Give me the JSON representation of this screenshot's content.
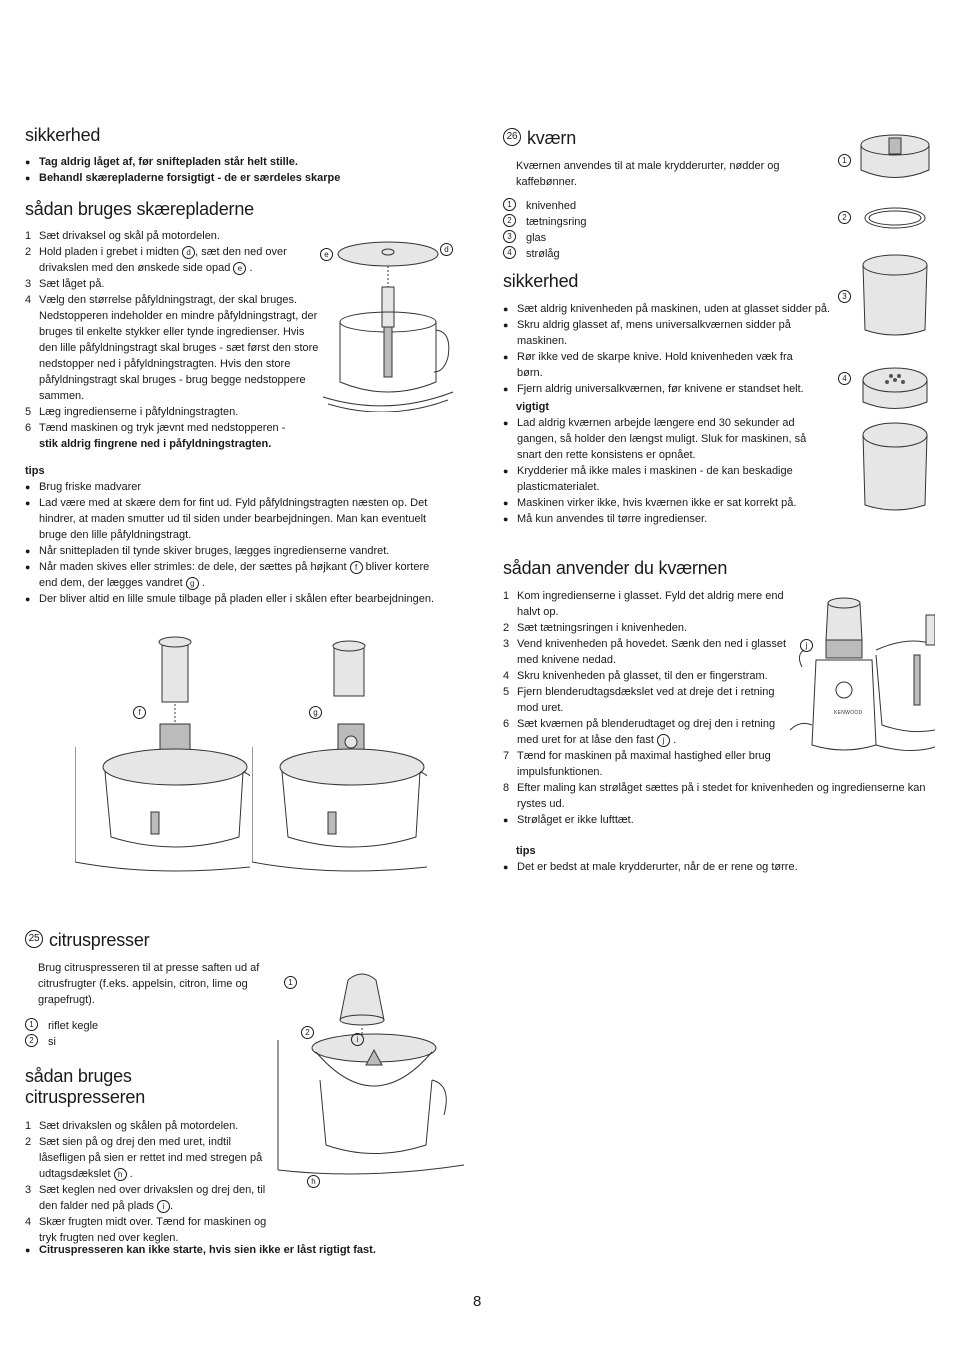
{
  "left": {
    "safety": {
      "heading": "sikkerhed",
      "bullets": [
        "Tag aldrig låget af, før sniftepladen står helt stille.",
        "Behandl skærepladerne forsigtigt - de er særdeles skarpe"
      ]
    },
    "usage": {
      "heading": "sådan bruges skærepladerne",
      "steps": [
        {
          "n": "1",
          "text": "Sæt drivaksel og skål på motordelen."
        },
        {
          "n": "2",
          "text_a": "Hold pladen i grebet i midten",
          "ref_a": "d",
          "text_b": ", sæt den ned over drivakslen med den ønskede side opad",
          "ref_b": "e",
          "text_c": "."
        },
        {
          "n": "3",
          "text": "Sæt låget på."
        },
        {
          "n": "4",
          "text": "Vælg den størrelse påfyldningstragt, der skal bruges. Nedstopperen indeholder en mindre påfyldningstragt, der bruges til enkelte stykker eller tynde ingredienser. Hvis den lille påfyldningstragt skal bruges - sæt først den store nedstopper ned i påfyldningstragten. Hvis den store påfyldningstragt skal bruges - brug begge nedstoppere sammen."
        },
        {
          "n": "5",
          "text": "Læg ingredienserne i påfyldningstragten."
        },
        {
          "n": "6",
          "text": "Tænd maskinen og tryk jævnt med nedstopperen -",
          "bold": "stik aldrig fingrene ned i påfyldningstragten."
        }
      ],
      "fig_labels": {
        "e": "e",
        "d": "d"
      }
    },
    "tips": {
      "heading": "tips",
      "items": [
        {
          "text": "Brug friske madvarer"
        },
        {
          "text": "Lad være med at skære dem for fint ud. Fyld påfyldningstragten næsten op. Det hindrer, at maden smutter ud til siden under bearbejdningen. Man kan eventuelt bruge den lille påfyldningstragt."
        },
        {
          "text": "Når snittepladen til tynde skiver bruges, lægges ingredienserne vandret."
        },
        {
          "text_a": "Når maden skives eller strimles: de dele, der sættes på højkant",
          "ref_a": "f",
          "text_b": "bliver kortere end dem, der lægges vandret",
          "ref_b": "g",
          "text_c": "."
        },
        {
          "text": "Der bliver altid en lille smule tilbage på pladen eller i skålen efter bearbejdningen."
        }
      ],
      "fig_labels": {
        "f": "f",
        "g": "g"
      }
    },
    "citrus": {
      "number": "25",
      "heading": "citruspresser",
      "intro": "Brug citruspresseren til at presse saften ud af citrusfrugter (f.eks. appelsin, citron, lime og grapefrugt).",
      "parts": [
        {
          "num": "1",
          "label": "riflet kegle"
        },
        {
          "num": "2",
          "label": "si"
        }
      ],
      "usage_heading": "sådan bruges citruspresseren",
      "steps": [
        {
          "n": "1",
          "text": "Sæt drivakslen og skålen på motordelen."
        },
        {
          "n": "2",
          "text_a": "Sæt sien på og drej den med uret, indtil låsefligen på sien er rettet ind med stregen på udtagsdækslet",
          "ref_a": "h",
          "text_b": "."
        },
        {
          "n": "3",
          "text_a": "Sæt keglen ned over drivakslen og drej den, til den falder ned på plads",
          "ref_a": "i",
          "text_b": "."
        },
        {
          "n": "4",
          "text": "Skær frugten midt over. Tænd for maskinen og tryk frugten ned over keglen."
        }
      ],
      "warning": "Citruspresseren kan ikke starte, hvis sien ikke er låst rigtigt fast.",
      "fig_labels": {
        "one": "1",
        "two": "2",
        "i": "i",
        "h": "h"
      }
    }
  },
  "right": {
    "grinder": {
      "number": "26",
      "heading": "kværn",
      "intro": "Kværnen anvendes til at male krydderurter, nødder og kaffebønner.",
      "parts": [
        {
          "num": "1",
          "label": "knivenhed"
        },
        {
          "num": "2",
          "label": "tætningsring"
        },
        {
          "num": "3",
          "label": "glas"
        },
        {
          "num": "4",
          "label": "strølåg"
        }
      ],
      "fig_labels": [
        "1",
        "2",
        "3",
        "4"
      ]
    },
    "safety": {
      "heading": "sikkerhed",
      "bullets": [
        "Sæt aldrig knivenheden på maskinen, uden at glasset sidder på.",
        "Skru aldrig glasset af, mens universalkværnen sidder på maskinen.",
        "Rør ikke ved de skarpe knive.  Hold knivenheden væk fra børn.",
        "Fjern aldrig universalkværnen, før knivene er standset helt."
      ],
      "important_heading": "vigtigt",
      "important": [
        "Lad aldrig kværnen arbejde længere end 30 sekunder ad gangen, så holder den længst muligt. Sluk for maskinen, så snart den rette konsistens er opnået.",
        "Krydderier må ikke males i maskinen - de kan beskadige plasticmaterialet.",
        "Maskinen virker ikke, hvis kværnen ikke er sat korrekt på.",
        "Må kun anvendes til tørre ingredienser."
      ]
    },
    "usage": {
      "heading": "sådan anvender du kværnen",
      "steps": [
        {
          "n": "1",
          "text": "Kom ingredienserne i glasset. Fyld det aldrig mere end halvt op."
        },
        {
          "n": "2",
          "text": "Sæt tætningsringen i knivenheden."
        },
        {
          "n": "3",
          "text": "Vend knivenheden på hovedet. Sænk den ned i glasset med knivene nedad."
        },
        {
          "n": "4",
          "text": "Skru knivenheden på glasset, til den er fingerstram."
        },
        {
          "n": "5",
          "text": "Fjern blenderudtagsdækslet ved at dreje det i retning mod uret."
        },
        {
          "n": "6",
          "text_a": "Sæt kværnen på blenderudtaget og drej den i retning med uret for at låse den fast",
          "ref_a": "j",
          "text_b": "."
        },
        {
          "n": "7",
          "text": "Tænd for maskinen på maximal hastighed eller brug impulsfunktionen."
        },
        {
          "n": "8",
          "text": "Efter maling kan strølåget sættes på i stedet for knivenheden og ingredienserne kan rystes ud."
        }
      ],
      "bullet": "Strølåget er ikke lufttæt.",
      "fig_label": "j",
      "brand": "KENWOOD"
    },
    "tips": {
      "heading": "tips",
      "items": [
        "Det er bedst at male krydderurter, når de er rene og tørre."
      ]
    }
  },
  "page_number": "8"
}
